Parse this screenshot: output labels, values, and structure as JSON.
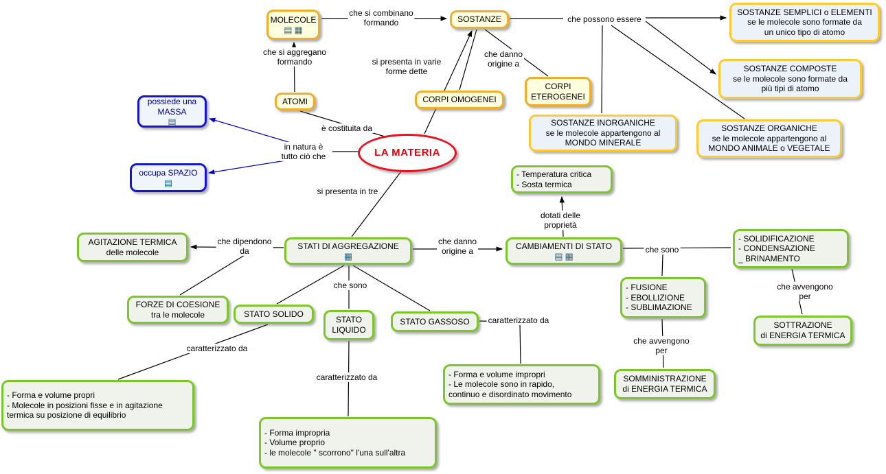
{
  "colors": {
    "yellow_border": "#F0AE2B",
    "yellow_fill": "#FFFFDF",
    "info_border": "#FBCB31",
    "info_fill": "#ECF2F9",
    "green_border": "#7CC62A",
    "green_fill": "#EFF3EC",
    "blue_border": "#1515CF",
    "red_border": "#EE1021",
    "red_text": "#E8000F",
    "line": "#000000",
    "blue_line": "#0000CC",
    "icon": "#1F6B8E"
  },
  "icon_glyphs": {
    "document": "▤",
    "grid": "▦"
  },
  "nodes": {
    "molecole": {
      "label": "MOLECOLE",
      "icons": [
        "document-icon",
        "grid-icon"
      ]
    },
    "sostanze": {
      "label": "SOSTANZE"
    },
    "semplici": {
      "label": "SOSTANZE SEMPLICI o ELEMENTI\nse le molecole sono formate da\nun unico tipo di atomo"
    },
    "composte": {
      "label": "SOSTANZE COMPOSTE\nse le molecole sono formate da\npiù tipi di atomo"
    },
    "atomi": {
      "label": "ATOMI"
    },
    "corpi_omogenei": {
      "label": "CORPI OMOGENEI"
    },
    "corpi_eterogenei": {
      "label": "CORPI\nETEROGENEI"
    },
    "inorganiche": {
      "label": "SOSTANZE INORGANICHE\nse le molecole appartengono al\nMONDO MINERALE"
    },
    "organiche": {
      "label": "SOSTANZE ORGANICHE\nse le molecole appartengono al\nMONDO ANIMALE o VEGETALE"
    },
    "massa": {
      "label": "possiede una\nMASSA",
      "icons": [
        "document-icon"
      ]
    },
    "spazio": {
      "label": "occupa SPAZIO",
      "icons": [
        "document-icon"
      ]
    },
    "materia": {
      "label": "LA MATERIA"
    },
    "temperatura": {
      "label": "- Temperatura critica\n- Sosta termica"
    },
    "agitazione": {
      "label": "AGITAZIONE TERMICA\ndelle molecole"
    },
    "stati": {
      "label": "STATI DI AGGREGAZIONE",
      "icons": [
        "grid-icon"
      ]
    },
    "cambiamenti": {
      "label": "CAMBIAMENTI DI STATO",
      "icons": [
        "document-icon",
        "grid-icon"
      ]
    },
    "solidificazione": {
      "label": "- SOLIDIFICAZIONE\n- CONDENSAZIONE\n_ BRINAMENTO"
    },
    "forze": {
      "label": "FORZE DI COESIONE\ntra le molecole"
    },
    "stato_solido": {
      "label": "STATO SOLIDO"
    },
    "stato_liquido": {
      "label": "STATO\nLIQUIDO"
    },
    "stato_gassoso": {
      "label": "STATO GASSOSO"
    },
    "fusione": {
      "label": "- FUSIONE\n- EBOLLIZIONE\n- SUBLIMAZIONE"
    },
    "sottrazione": {
      "label": "SOTTRAZIONE\ndi ENERGIA TERMICA"
    },
    "forma_propri": {
      "label": "- Forma e volume propri\n- Molecole in posizioni fisse e in agitazione\n  termica su posizione di equilibrio"
    },
    "forma_impropri": {
      "label": "- Forma e volume impropri\n- Le molecole sono in rapido,\n  continuo e disordinato movimento"
    },
    "somministrazione": {
      "label": "SOMMINISTRAZIONE\ndi ENERGIA TERMICA"
    },
    "forma_liquido": {
      "label": "- Forma impropria\n- Volume proprio\n- le molecole \" scorrono\" l'una sull'altra"
    }
  },
  "phrases": {
    "combinano": "che si combinano\nformando",
    "possono_essere": "che possono essere",
    "aggregano": "che si aggregano\nformando",
    "varie_forme": "si presenta in varie\nforme dette",
    "danno_origine_1": "che danno\norigine a",
    "costituita": "è costituita da",
    "in_natura": "in natura è\ntutto ciò che",
    "tre": "si presenta in tre",
    "dotati": "dotati delle\nproprietà",
    "dipendono": "che dipendono\nda",
    "danno_origine_2": "che danno\norigine a",
    "che_sono_1": "che sono",
    "che_sono_2": "che sono",
    "avvengono_1": "che avvengono\nper",
    "avvengono_2": "che avvengono\nper",
    "caratterizzato_1": "caratterizzato da",
    "caratterizzato_2": "caratterizzato da",
    "caratterizzato_3": "caratterizzato da"
  }
}
